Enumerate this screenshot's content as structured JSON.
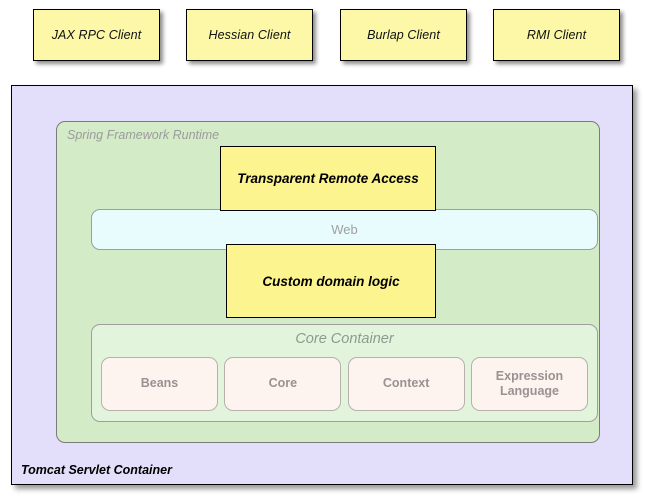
{
  "clients": [
    {
      "id": "jax-rpc-client",
      "label": "JAX RPC Client"
    },
    {
      "id": "hessian-client",
      "label": "Hessian Client"
    },
    {
      "id": "burlap-client",
      "label": "Burlap Client"
    },
    {
      "id": "rmi-client",
      "label": "RMI Client"
    }
  ],
  "tomcat": {
    "label": "Tomcat Servlet Container",
    "color": "#e3dffa"
  },
  "spring_runtime": {
    "label": "Spring Framework Runtime",
    "color": "#d4ebc8"
  },
  "web": {
    "label": "Web",
    "color": "#e8fbfd"
  },
  "core_container": {
    "title": "Core Container",
    "color": "#e2f5dc",
    "modules": [
      {
        "id": "beans",
        "label": "Beans"
      },
      {
        "id": "core",
        "label": "Core"
      },
      {
        "id": "context",
        "label": "Context"
      },
      {
        "id": "expression-language",
        "label": "Expression\nLanguage"
      }
    ]
  },
  "overlays": [
    {
      "id": "transparent-remote-access",
      "label": "Transparent Remote Access"
    },
    {
      "id": "custom-domain-logic",
      "label": "Custom domain logic"
    }
  ],
  "colors": {
    "client_box": "#fcf8a8",
    "overlay_box": "#fcf48f",
    "module_box": "#fdf3ef",
    "outer_border": "#000000",
    "muted_text": "#9b9b9b"
  }
}
